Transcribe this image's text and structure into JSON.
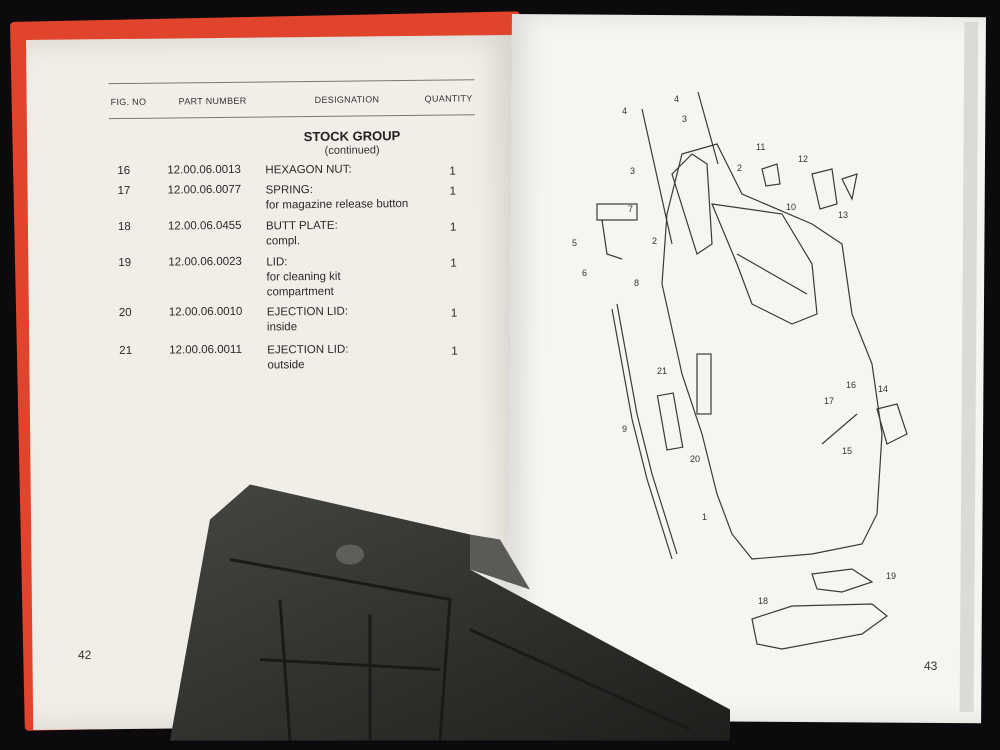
{
  "left_page": {
    "headers": [
      "FIG. NO",
      "PART NUMBER",
      "DESIGNATION",
      "QUANTITY"
    ],
    "group_title": "STOCK GROUP",
    "group_subtitle": "(continued)",
    "rows": [
      {
        "fig": "16",
        "part": "12.00.06.0013",
        "designation": "HEXAGON NUT:",
        "extra": "",
        "extra2": "",
        "qty": "1"
      },
      {
        "fig": "17",
        "part": "12.00.06.0077",
        "designation": "SPRING:",
        "extra": "for magazine release button",
        "extra2": "",
        "qty": "1"
      },
      {
        "fig": "18",
        "part": "12.00.06.0455",
        "designation": "BUTT PLATE:",
        "extra": "compl.",
        "extra2": "",
        "qty": "1"
      },
      {
        "fig": "19",
        "part": "12.00.06.0023",
        "designation": "LID:",
        "extra": "for cleaning kit",
        "extra2": "compartment",
        "qty": "1"
      },
      {
        "fig": "20",
        "part": "12.00.06.0010",
        "designation": "EJECTION LID:",
        "extra": "inside",
        "extra2": "",
        "qty": "1"
      },
      {
        "fig": "21",
        "part": "12.00.06.0011",
        "designation": "EJECTION LID:",
        "extra": "outside",
        "extra2": "",
        "qty": "1"
      }
    ],
    "page_number": "42"
  },
  "right_page": {
    "page_number": "43",
    "callouts": [
      "4",
      "3",
      "4",
      "3",
      "2",
      "11",
      "12",
      "10",
      "13",
      "7",
      "2",
      "5",
      "6",
      "8",
      "21",
      "9",
      "20",
      "1",
      "16",
      "17",
      "14",
      "15",
      "18",
      "19"
    ]
  },
  "colors": {
    "cover": "#e0442c",
    "page": "#f1eee7",
    "background": "#0c0a0c",
    "magazine": "#2f302d"
  }
}
